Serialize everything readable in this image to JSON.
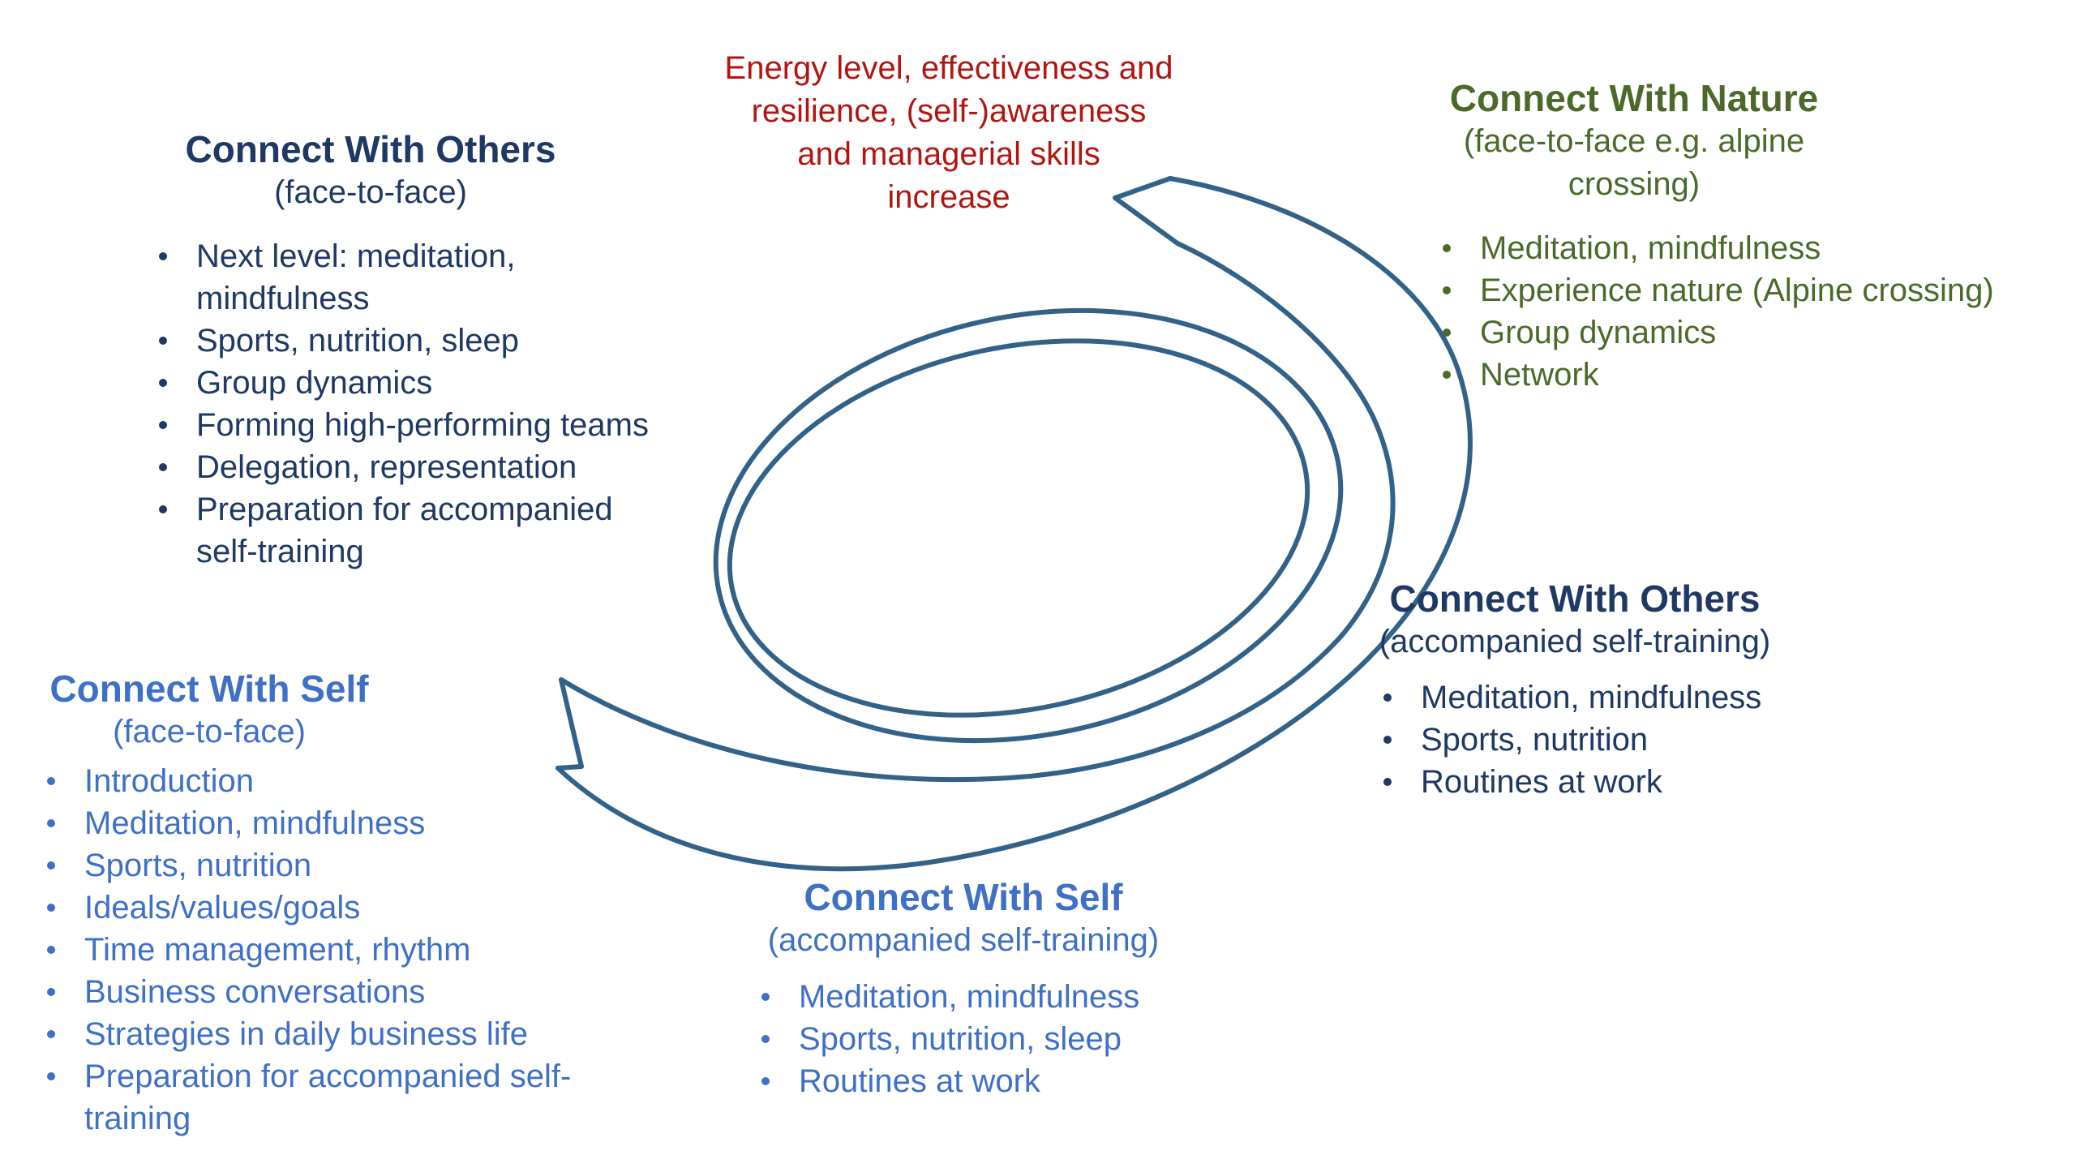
{
  "slide": {
    "annotation": {
      "line1": "Energy level, effectiveness and",
      "line2": "resilience, (self-)awareness",
      "line3": "and managerial skills",
      "line4": "increase"
    },
    "blocks": {
      "others_face_to_face": {
        "title": "Connect With Others",
        "subtitle": "(face-to-face)",
        "items": [
          "Next level: meditation, mindfulness",
          "Sports, nutrition, sleep",
          "Group dynamics",
          "Forming high-performing teams",
          "Delegation, representation",
          "Preparation for accompanied self-training"
        ]
      },
      "nature": {
        "title": "Connect With Nature",
        "subtitle": "(face-to-face e.g. alpine crossing)",
        "items": [
          "Meditation, mindfulness",
          "Experience nature (Alpine crossing)",
          "Group dynamics",
          "Network"
        ]
      },
      "others_accompanied": {
        "title": "Connect With Others",
        "subtitle": "(accompanied self-training)",
        "items": [
          "Meditation, mindfulness",
          "Sports, nutrition",
          "Routines at work"
        ]
      },
      "self_face_to_face": {
        "title": "Connect With Self",
        "subtitle": "(face-to-face)",
        "items": [
          "Introduction",
          "Meditation, mindfulness",
          "Sports, nutrition",
          "Ideals/values/goals",
          "Time management, rhythm",
          "Business conversations",
          "Strategies in daily business life",
          "Preparation for accompanied self-training"
        ]
      },
      "self_accompanied": {
        "title": "Connect With Self",
        "subtitle": "(accompanied self-training)",
        "items": [
          "Meditation, mindfulness",
          "Sports, nutrition, sleep",
          "Routines at work"
        ]
      }
    },
    "colors": {
      "annotation_red": "#B21511",
      "navy": "#1F3864",
      "green": "#4B6A2A",
      "blue": "#3E70C6",
      "spiral_stroke": "#336289"
    }
  }
}
